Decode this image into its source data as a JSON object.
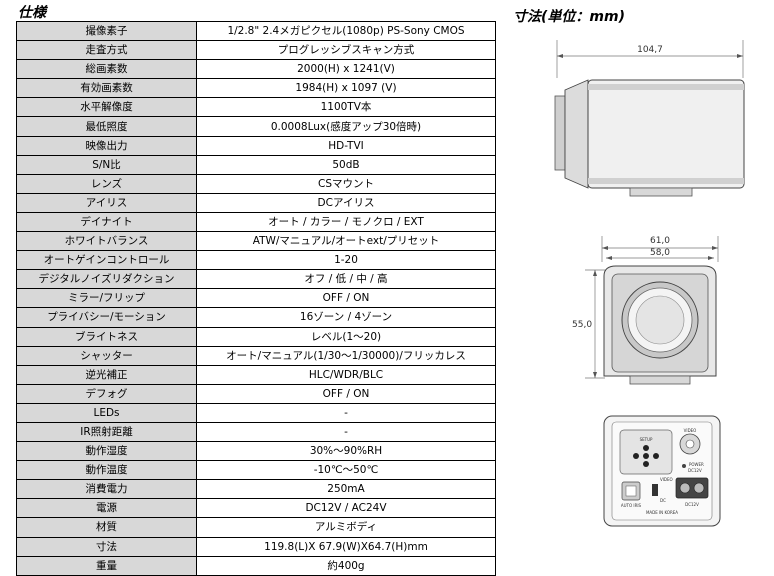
{
  "spec_title": "仕様",
  "dimension_title": "寸法(単位：mm)",
  "specs": [
    {
      "label": "撮像素子",
      "value": "1/2.8\" 2.4メガピクセル(1080p) PS-Sony CMOS"
    },
    {
      "label": "走査方式",
      "value": "プログレッシブスキャン方式"
    },
    {
      "label": "総画素数",
      "value": "2000(H) x 1241(V)"
    },
    {
      "label": "有効画素数",
      "value": "1984(H) x 1097 (V)"
    },
    {
      "label": "水平解像度",
      "value": "1100TV本"
    },
    {
      "label": "最低照度",
      "value": "0.0008Lux(感度アップ30倍時)"
    },
    {
      "label": "映像出力",
      "value": "HD-TVI"
    },
    {
      "label": "S/N比",
      "value": "50dB"
    },
    {
      "label": "レンズ",
      "value": "CSマウント"
    },
    {
      "label": "アイリス",
      "value": "DCアイリス"
    },
    {
      "label": "デイナイト",
      "value": "オート / カラー / モノクロ / EXT"
    },
    {
      "label": "ホワイトバランス",
      "value": "ATW/マニュアル/オートext/プリセット"
    },
    {
      "label": "オートゲインコントロール",
      "value": "1-20"
    },
    {
      "label": "デジタルノイズリダクション",
      "value": "オフ / 低 / 中 / 高"
    },
    {
      "label": "ミラー/フリップ",
      "value": "OFF / ON"
    },
    {
      "label": "プライバシー/モーション",
      "value": "16ゾーン / 4ゾーン"
    },
    {
      "label": "ブライトネス",
      "value": "レベル(1～20)"
    },
    {
      "label": "シャッター",
      "value": "オート/マニュアル(1/30～1/30000)/フリッカレス"
    },
    {
      "label": "逆光補正",
      "value": "HLC/WDR/BLC"
    },
    {
      "label": "デフォグ",
      "value": "OFF / ON"
    },
    {
      "label": "LEDs",
      "value": "-"
    },
    {
      "label": "IR照射距離",
      "value": "-"
    },
    {
      "label": "動作湿度",
      "value": "30%～90%RH"
    },
    {
      "label": "動作温度",
      "value": "-10℃～50℃"
    },
    {
      "label": "消費電力",
      "value": "250mA"
    },
    {
      "label": "電源",
      "value": "DC12V / AC24V"
    },
    {
      "label": "材質",
      "value": "アルミボディ"
    },
    {
      "label": "寸法",
      "value": "119.8(L)X 67.9(W)X64.7(H)mm"
    },
    {
      "label": "重量",
      "value": "約400g"
    }
  ],
  "drawing": {
    "length": "104,7",
    "width_outer": "61,0",
    "width_inner": "58,0",
    "height": "55,0",
    "rear_labels": {
      "setup": "SETUP",
      "video": "VIDEO",
      "power": "POWER",
      "power_voltage": "DC12V",
      "auto_iris": "AUTO IRIS",
      "dc": "DC",
      "made_in": "MADE IN KOREA",
      "video_out": "VIDEO",
      "dc_in": "DC12V"
    }
  }
}
